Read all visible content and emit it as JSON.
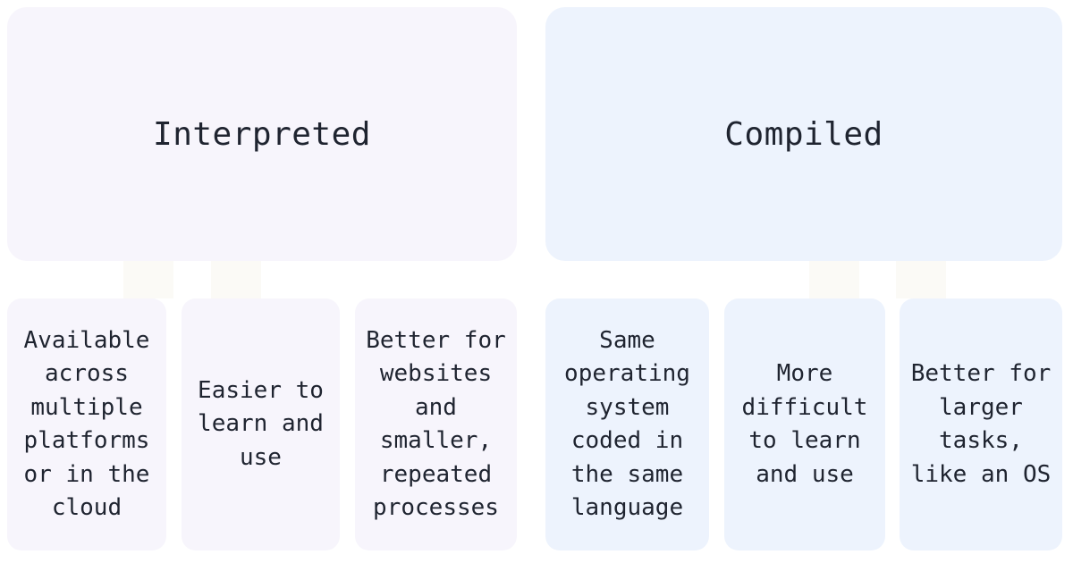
{
  "diagram": {
    "left": {
      "title": "Interpreted",
      "color": "#f7f5fc",
      "items": [
        "Available\nacross\nmultiple\nplatforms\nor in the\ncloud",
        "Easier to\nlearn and\nuse",
        "Better for\nwebsites\nand\nsmaller,\nrepeated\nprocesses"
      ]
    },
    "right": {
      "title": "Compiled",
      "color": "#edf3fd",
      "items": [
        "Same\noperating\nsystem\ncoded in\nthe same\nlanguage",
        "More\ndifficult\nto learn\nand use",
        "Better for\nlarger\ntasks,\nlike an OS"
      ]
    }
  }
}
